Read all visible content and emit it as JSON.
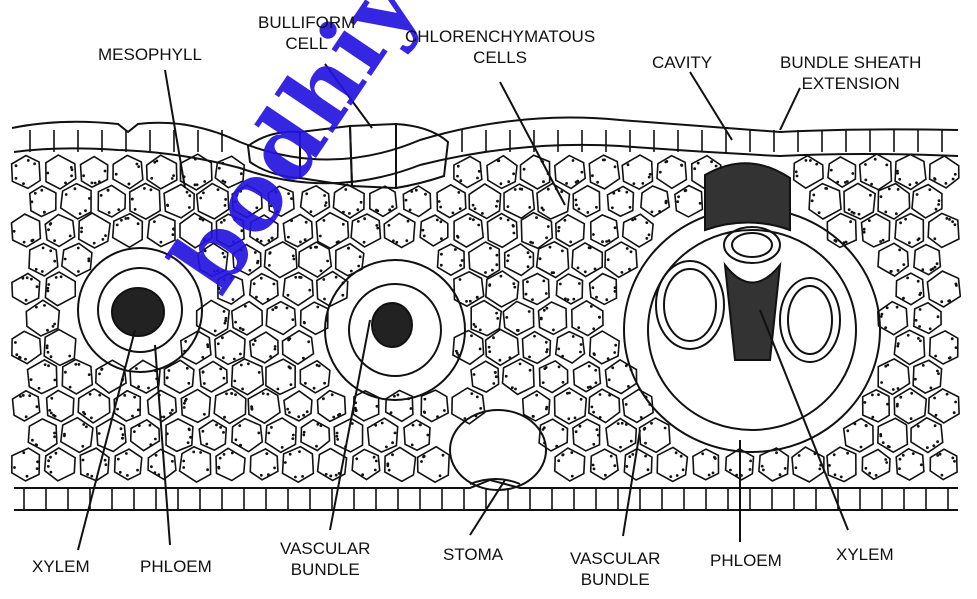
{
  "labels": {
    "mesophyll": "MESOPHYLL",
    "bulliform": [
      "BULLIFORM",
      "CELL"
    ],
    "chlorenchymatous": [
      "CHLORENCHYMATOUS",
      "CELLS"
    ],
    "cavity": "CAVITY",
    "bundle_sheath": [
      "BUNDLE SHEATH",
      "EXTENSION"
    ],
    "xylem_left": "XYLEM",
    "phloem_left": "PHLOEM",
    "vascular_bundle_left": [
      "VASCULAR",
      "BUNDLE"
    ],
    "stoma": "STOMA",
    "vascular_bundle_right": [
      "VASCULAR",
      "BUNDLE"
    ],
    "phloem_right": "PHLOEM",
    "xylem_right": "XYLEM"
  },
  "watermark": "bodhiyla.co",
  "colors": {
    "ink": "#111111",
    "watermark": "#2414e0",
    "background": "#ffffff"
  }
}
